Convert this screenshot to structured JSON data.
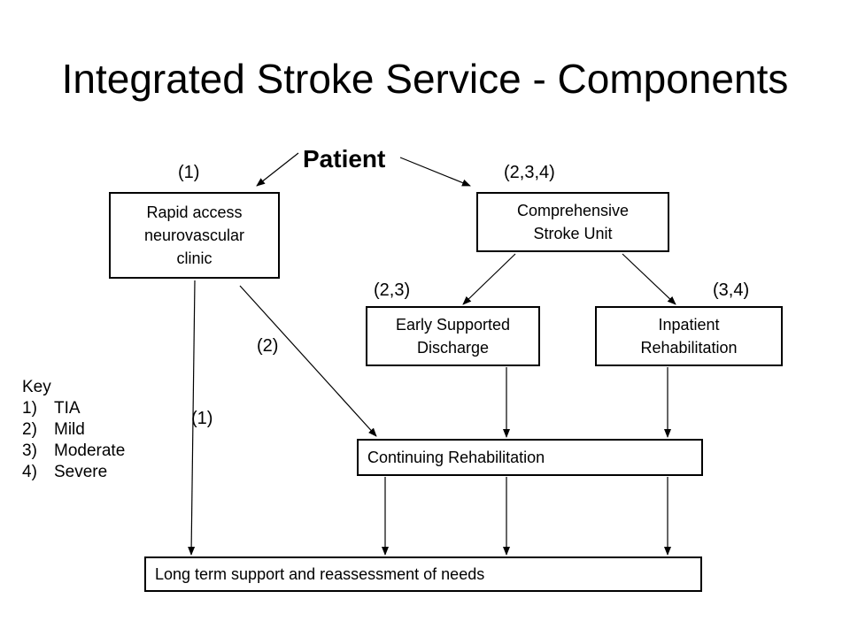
{
  "title": "Integrated Stroke Service - Components",
  "patient": "Patient",
  "boxes": {
    "clinic": "Rapid access\nneurovascular\nclinic",
    "stroke_unit": "Comprehensive\nStroke Unit",
    "esd": "Early Supported\nDischarge",
    "inpatient": "Inpatient\nRehabilitation",
    "continuing": "Continuing Rehabilitation",
    "longterm": "Long term support and reassessment of needs"
  },
  "edge_labels": {
    "patient_to_clinic": "(1)",
    "patient_to_unit": "(2,3,4)",
    "unit_to_esd": "(2,3)",
    "unit_to_inpatient": "(3,4)",
    "clinic_to_continuing": "(2)",
    "clinic_to_longterm": "(1)"
  },
  "key": {
    "title": "Key",
    "items": [
      {
        "num": "1)",
        "label": "TIA"
      },
      {
        "num": "2)",
        "label": "Mild"
      },
      {
        "num": "3)",
        "label": "Moderate"
      },
      {
        "num": "4)",
        "label": "Severe"
      }
    ]
  }
}
